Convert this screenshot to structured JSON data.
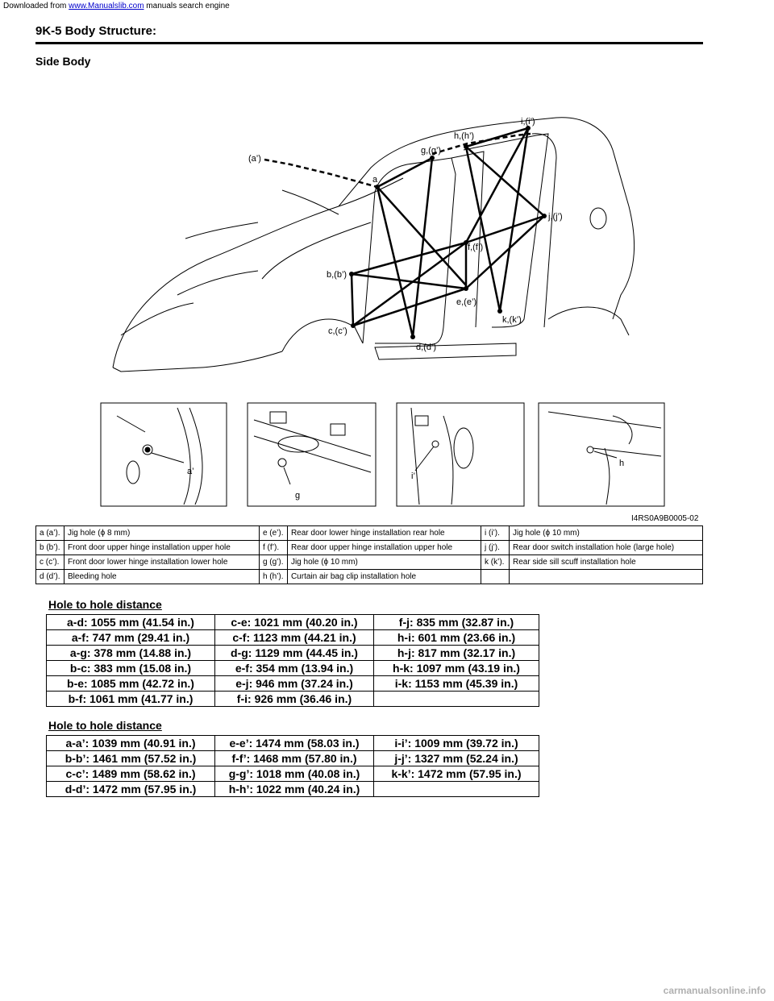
{
  "download_line": {
    "prefix": "Downloaded from ",
    "link": "www.Manualslib.com",
    "suffix": " manuals search engine"
  },
  "header": {
    "title": "9K-5   Body Structure:"
  },
  "section_title": "Side Body",
  "diagram": {
    "points": {
      "a_prime": "(a’)",
      "a": "a",
      "g": "g,(g’)",
      "h": "h,(h’)",
      "i": "i,(i’)",
      "j": "j,(j’)",
      "f": "f,(f’)",
      "b": "b,(b’)",
      "e": "e,(e’)",
      "c": "c,(c’)",
      "d": "d,(d’)",
      "k": "k,(k’)"
    },
    "insets": {
      "a_prime": "a’",
      "g": "g",
      "i_prime": "i’",
      "h": "h"
    },
    "figure_code": "I4RS0A9B0005-02"
  },
  "legend": [
    [
      "a (a’).",
      "Jig hole (ϕ 8 mm)",
      "e (e’).",
      "Rear door lower hinge installation rear hole",
      "i (i’).",
      "Jig hole (ϕ 10 mm)"
    ],
    [
      "b (b’).",
      "Front door upper hinge installation upper hole",
      "f (f’).",
      "Rear door upper hinge installation upper hole",
      "j (j’).",
      "Rear door switch installation hole (large hole)"
    ],
    [
      "c (c’).",
      "Front door lower hinge installation lower hole",
      "g (g’).",
      "Jig hole (ϕ 10 mm)",
      "k (k’).",
      "Rear side sill scuff installation hole"
    ],
    [
      "d (d’).",
      "Bleeding hole",
      "h (h’).",
      "Curtain air bag clip installation hole",
      "",
      ""
    ]
  ],
  "distances1": {
    "title": "Hole to hole distance",
    "rows": [
      [
        "a-d: 1055 mm (41.54 in.)",
        "c-e: 1021 mm (40.20 in.)",
        "f-j: 835 mm (32.87 in.)"
      ],
      [
        "a-f: 747 mm (29.41 in.)",
        "c-f: 1123 mm (44.21 in.)",
        "h-i: 601 mm (23.66 in.)"
      ],
      [
        "a-g: 378 mm (14.88 in.)",
        "d-g: 1129 mm (44.45 in.)",
        "h-j: 817 mm (32.17 in.)"
      ],
      [
        "b-c: 383 mm (15.08 in.)",
        "e-f: 354 mm (13.94 in.)",
        "h-k: 1097 mm (43.19 in.)"
      ],
      [
        "b-e: 1085 mm (42.72 in.)",
        "e-j: 946 mm (37.24 in.)",
        "i-k: 1153 mm (45.39 in.)"
      ],
      [
        "b-f: 1061 mm (41.77 in.)",
        "f-i: 926 mm (36.46 in.)",
        ""
      ]
    ]
  },
  "distances2": {
    "title": "Hole to hole distance",
    "rows": [
      [
        "a-a’: 1039 mm (40.91 in.)",
        "e-e’: 1474 mm (58.03 in.)",
        "i-i’: 1009 mm (39.72 in.)"
      ],
      [
        "b-b’: 1461 mm (57.52 in.)",
        "f-f’: 1468 mm (57.80 in.)",
        "j-j’: 1327 mm (52.24 in.)"
      ],
      [
        "c-c’: 1489 mm (58.62 in.)",
        "g-g’: 1018 mm (40.08 in.)",
        "k-k’: 1472 mm (57.95 in.)"
      ],
      [
        "d-d’: 1472 mm (57.95 in.)",
        "h-h’: 1022 mm (40.24 in.)",
        ""
      ]
    ]
  },
  "watermark": "carmanualsonline.info"
}
